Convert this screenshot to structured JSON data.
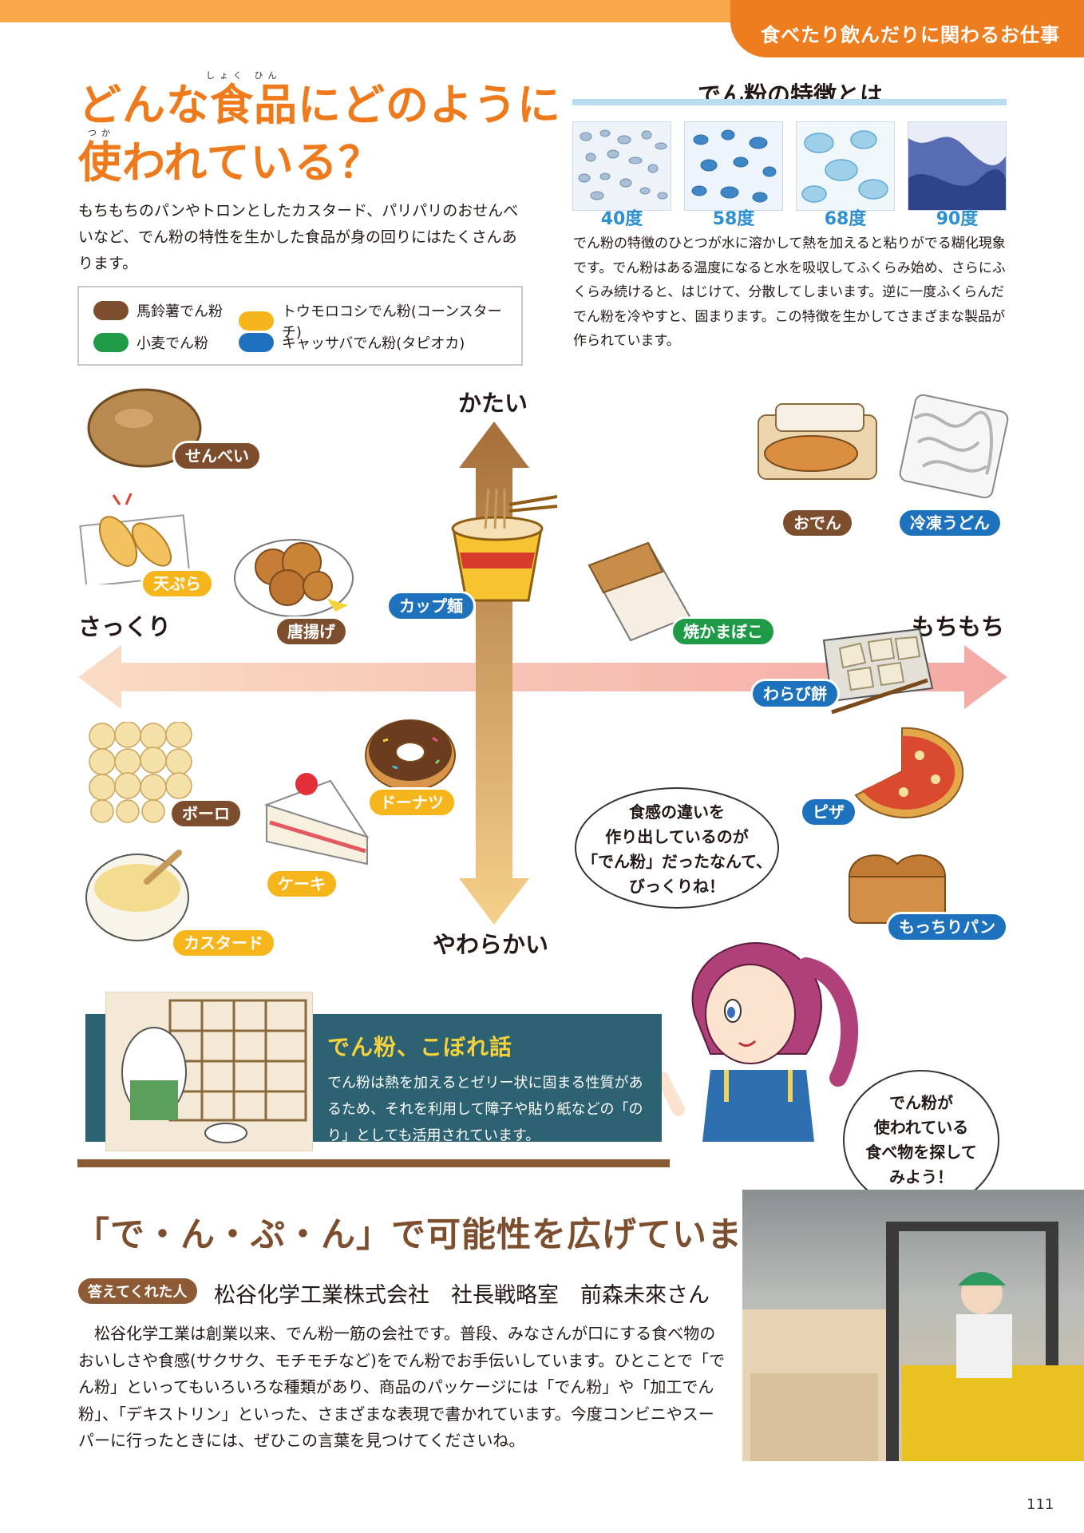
{
  "header": {
    "section": "食べたり飲んだりに関わるお仕事"
  },
  "title": {
    "line1": "どんな食品にどのように",
    "line2": "使われている？",
    "ruby1": "しょく ひん",
    "ruby2": "つか"
  },
  "intro": "もちもちのパンやトロンとしたカスタード、パリパリのおせんべいなど、でん粉の特性を生かした食品が身の回りにはたくさんあります。",
  "legend": [
    {
      "label": "馬鈴薯でん粉",
      "color": "#7d4e2e"
    },
    {
      "label": "トウモロコシでん粉(コーンスターチ)",
      "color": "#f6b51a"
    },
    {
      "label": "小麦でん粉",
      "color": "#1f9a46"
    },
    {
      "label": "キャッサバでん粉(タピオカ)",
      "color": "#1e72bd"
    }
  ],
  "features": {
    "title": "でん粉の特徴とは",
    "temps": [
      "40度",
      "58度",
      "68度",
      "90度"
    ],
    "text": "でん粉の特徴のひとつが水に溶かして熱を加えると粘りがでる糊化現象です。でん粉はある温度になると水を吸収してふくらみ始め、さらにふくらみ続けると、はじけて、分散してしまいます。逆に一度ふくらんだでん粉を冷やすと、固まります。この特徴を生かしてさまざまな製品が作られています。"
  },
  "axis": {
    "top": "かたい",
    "bottom": "やわらかい",
    "left": "さっくり",
    "right": "もちもち"
  },
  "foods": {
    "senbei": "せんべい",
    "tempura": "天ぷら",
    "karaage": "唐揚げ",
    "cup": "カップ麺",
    "oden": "おでん",
    "udon": "冷凍うどん",
    "kamaboko": "焼かまぼこ",
    "warabi": "わらび餅",
    "bolo": "ボーロ",
    "donut": "ドーナツ",
    "cake": "ケーキ",
    "custard": "カスタード",
    "pizza": "ピザ",
    "bread": "もっちりパン"
  },
  "bubbles": {
    "texture": [
      "食感の違いを",
      "作り出しているのが",
      "「でん粉」だったなんて、",
      "びっくりね！"
    ],
    "search": [
      "でん粉が",
      "使われている",
      "食べ物を探して",
      "みよう！"
    ]
  },
  "story": {
    "title": "でん粉、こぼれ話",
    "text": "でん粉は熱を加えるとゼリー状に固まる性質があるため、それを利用して障子や貼り紙などの「のり」としても活用されています。"
  },
  "section2": {
    "title": "「で・ん・ぷ・ん」で可能性を広げています",
    "badge": "答えてくれた人",
    "name": "松谷化学工業株式会社　社長戦略室　前森未來さん",
    "text": "　松谷化学工業は創業以来、でん粉一筋の会社です。普段、みなさんが口にする食べ物のおいしさや食感(サクサク、モチモチなど)をでん粉でお手伝いしています。ひとことで「でん粉」といってもいろいろな種類があり、商品のパッケージには「でん粉」や「加工でん粉」、「デキストリン」といった、さまざまな表現で書かれています。今度コンビニやスーパーに行ったときには、ぜひこの言葉を見つけてくださいね。"
  },
  "page_number": "111"
}
